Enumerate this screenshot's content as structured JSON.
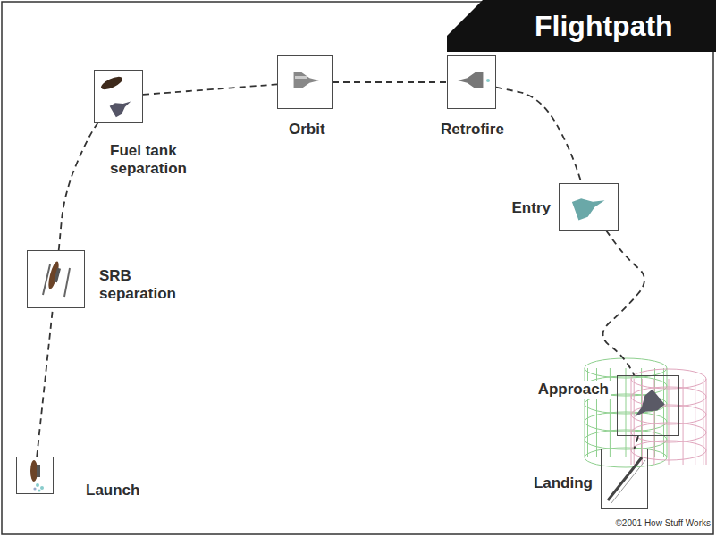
{
  "diagram": {
    "title": "Flightpath",
    "nodes": [
      {
        "text": [
          "Launch"
        ]
      },
      {
        "text": [
          "SRB separation"
        ]
      },
      {
        "text": [
          "Fuel tank separation"
        ]
      },
      {
        "text": [
          "Orbit"
        ]
      },
      {
        "text": [
          "Retrofire"
        ]
      },
      {
        "text": [
          "Entry"
        ]
      },
      {
        "text": [
          "Approach"
        ]
      },
      {
        "text": [
          "Landing"
        ]
      }
    ],
    "edges": [
      {
        "from": 0,
        "to": 1,
        "arrow": "none"
      },
      {
        "from": 1,
        "to": 2,
        "arrow": "none"
      },
      {
        "from": 2,
        "to": 3,
        "arrow": "none"
      },
      {
        "from": 3,
        "to": 4,
        "arrow": "none"
      },
      {
        "from": 4,
        "to": 5,
        "arrow": "none"
      },
      {
        "from": 5,
        "to": 6,
        "arrow": "none"
      },
      {
        "from": 6,
        "to": 7,
        "arrow": "none"
      }
    ],
    "labels": [
      "©2001 How Stuff Works"
    ]
  }
}
